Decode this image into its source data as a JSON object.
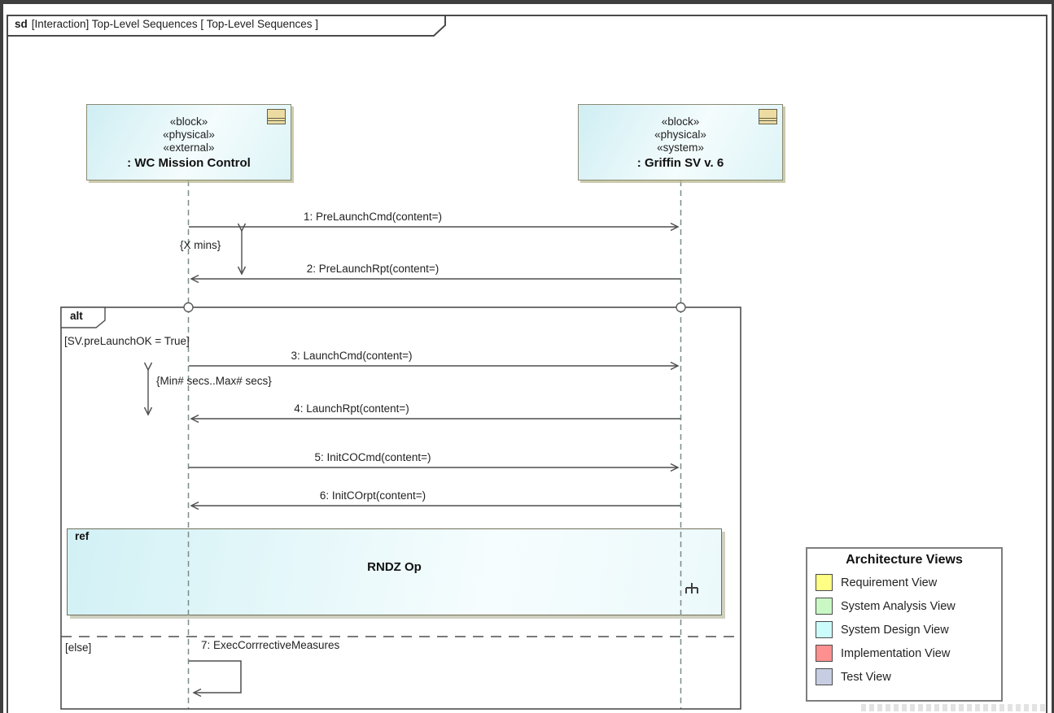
{
  "frame": {
    "keyword": "sd",
    "title": "[Interaction] Top-Level Sequences [ Top-Level Sequences ]"
  },
  "lifelines": [
    {
      "stereotypes": [
        "«block»",
        "«physical»",
        "«external»"
      ],
      "name": ": WC Mission Control",
      "fill": "#d9f2f6",
      "icon": "block-icon"
    },
    {
      "stereotypes": [
        "«block»",
        "«physical»",
        "«system»"
      ],
      "name": ": Griffin SV v. 6",
      "fill": "#d9f2f6",
      "icon": "block-icon"
    }
  ],
  "messages": {
    "m1": "1: PreLaunchCmd(content=)",
    "m2": "2: PreLaunchRpt(content=)",
    "m3": "3: LaunchCmd(content=)",
    "m4": "4: LaunchRpt(content=)",
    "m5": "5: InitCOCmd(content=)",
    "m6": "6: InitCOrpt(content=)",
    "m7": "7: ExecCorrrectiveMeasures"
  },
  "constraints": {
    "c1": "{X mins}",
    "c2": "{Min# secs..Max# secs}"
  },
  "alt_fragment": {
    "operator": "alt",
    "guard_true": "[SV.preLaunchOK = True]",
    "guard_else": "[else]"
  },
  "ref_fragment": {
    "operator": "ref",
    "name": "RNDZ Op"
  },
  "legend": {
    "title": "Architecture Views",
    "items": [
      {
        "label": "Requirement View",
        "color": "#ffff85"
      },
      {
        "label": "System Analysis View",
        "color": "#c9f8c5"
      },
      {
        "label": "System Design View",
        "color": "#ccfbfb"
      },
      {
        "label": "Implementation View",
        "color": "#ff9090"
      },
      {
        "label": "Test View",
        "color": "#c7cde2"
      }
    ]
  },
  "colors": {
    "line": "#4e4e4e",
    "lifeline_dash": "#7c8c87",
    "design_view_fill": "#d9f2f6",
    "shadow": "#bcbc92"
  }
}
